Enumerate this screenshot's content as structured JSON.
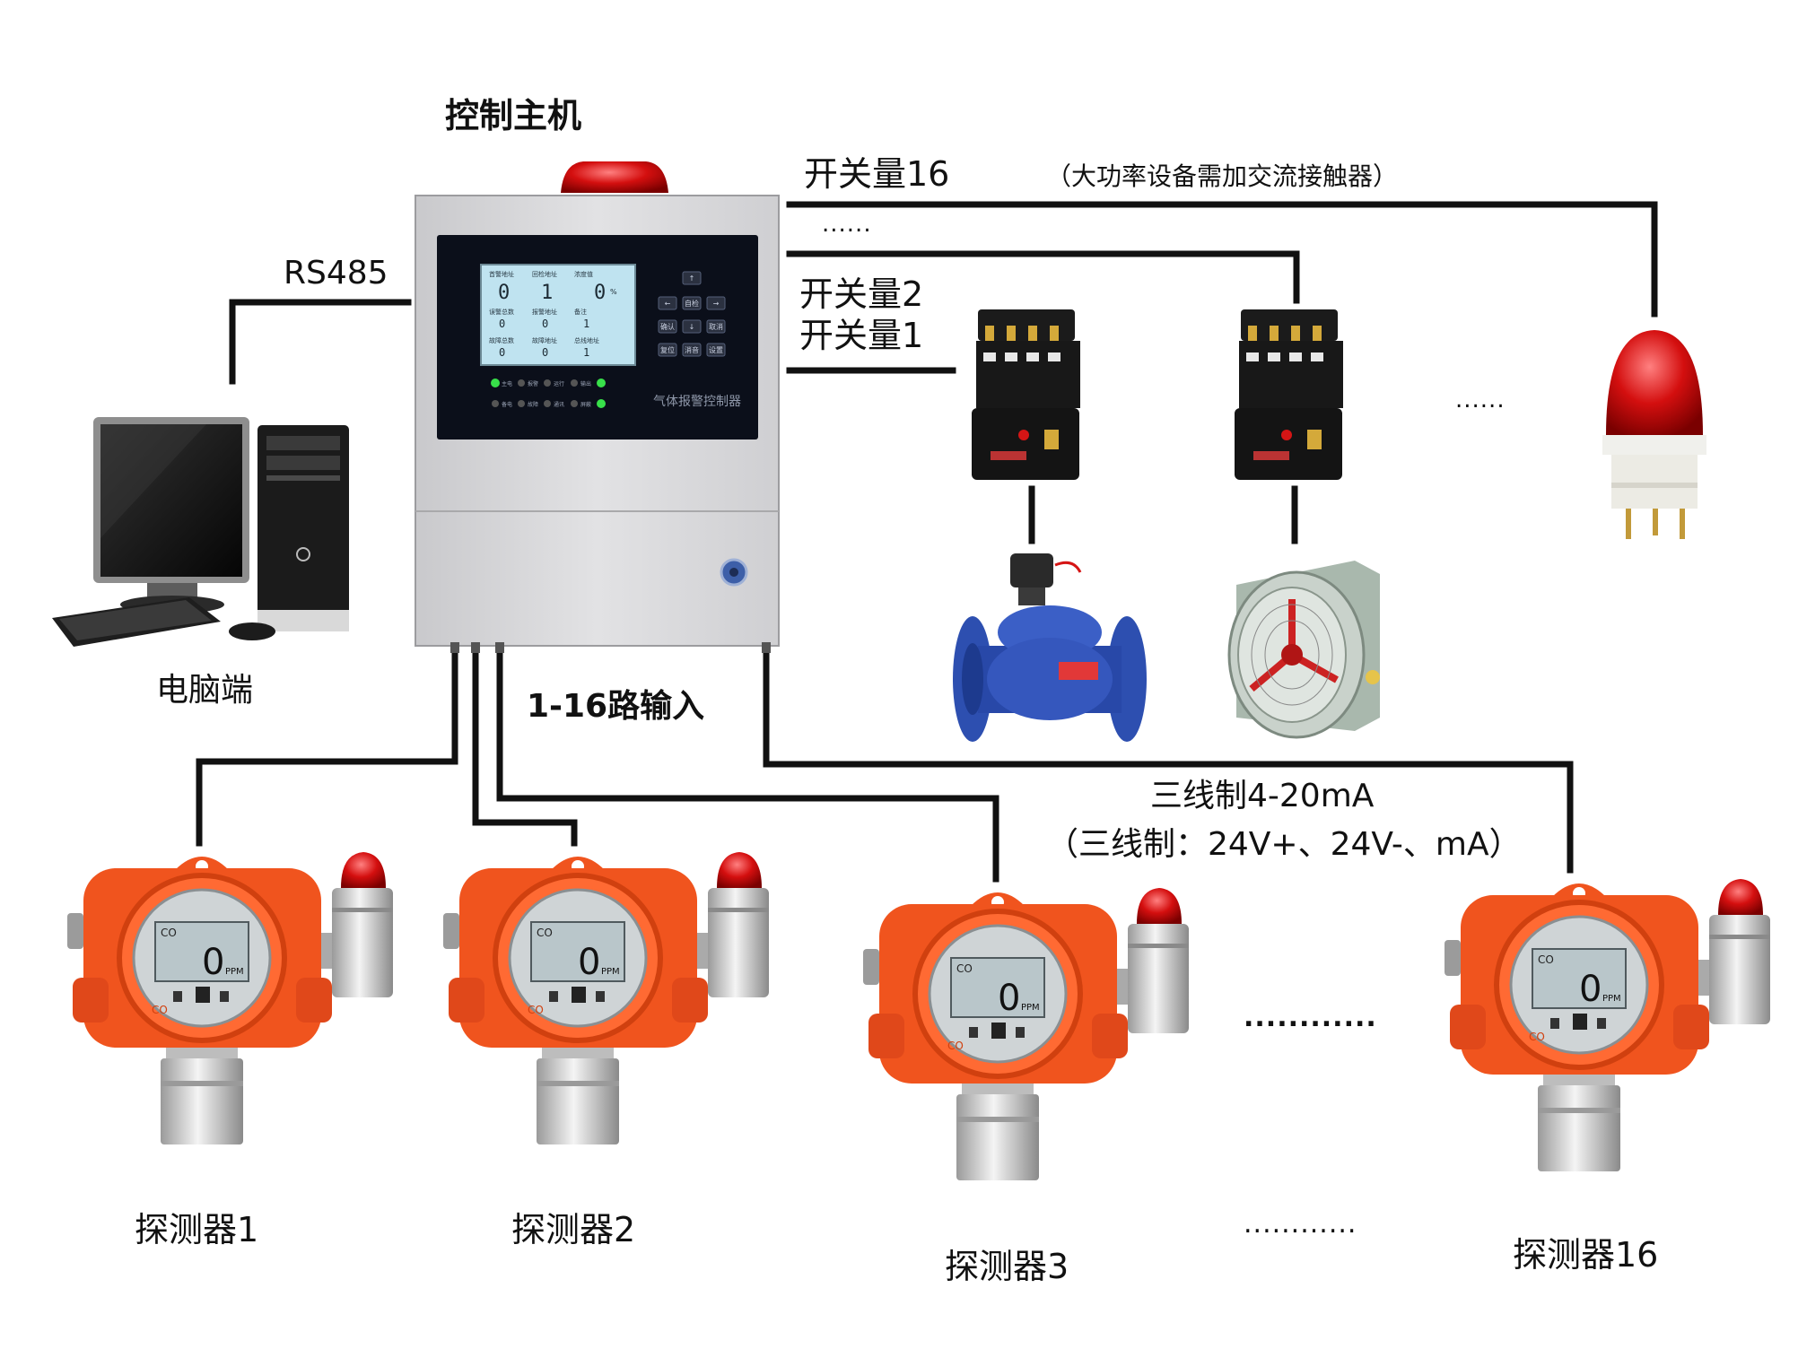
{
  "labels": {
    "host": "控制主机",
    "rs485": "RS485",
    "pc": "电脑端",
    "switch16": "开关量16",
    "contactor_note": "（大功率设备需加交流接触器）",
    "switch2": "开关量2",
    "switch1": "开关量1",
    "dots_relay": "......",
    "dots_right": "......",
    "input": "1-16路输入",
    "signal": "三线制4-20mA",
    "signal_note": "（三线制：24V+、24V-、mA）",
    "dots_mid_top": "............",
    "dots_mid_bottom": "............"
  },
  "detectors": [
    {
      "label": "探测器1",
      "gas": "CO",
      "value": "0",
      "unit": "PPM"
    },
    {
      "label": "探测器2",
      "gas": "CO",
      "value": "0",
      "unit": "PPM"
    },
    {
      "label": "探测器3",
      "gas": "CO",
      "value": "0",
      "unit": "PPM"
    },
    {
      "label": "探测器16",
      "gas": "CO",
      "value": "0",
      "unit": "PPM"
    }
  ],
  "controller": {
    "panel_title": "气体报警控制器",
    "lcd_headers": [
      "首警地址",
      "回检地址",
      "浓度值"
    ],
    "lcd_values": [
      "0",
      "1",
      "0"
    ],
    "lcd_unit": "%",
    "lcd_row2_headers": [
      "误警总数",
      "报警地址",
      "备注"
    ],
    "lcd_row2_values": [
      "0",
      "0",
      "1"
    ],
    "lcd_row3_headers": [
      "故障总数",
      "故障地址",
      "总线地址"
    ],
    "lcd_row3_values": [
      "0",
      "0",
      "1"
    ],
    "keys": [
      "↑",
      "←",
      "自检",
      "→",
      "确认",
      "↓",
      "取消",
      "复位",
      "消音",
      "设置"
    ],
    "leds": [
      "主电",
      "备电",
      "报警",
      "故障",
      "运行",
      "通讯",
      "输出",
      "屏蔽"
    ]
  },
  "colors": {
    "wire": "#111111",
    "detector_orange": "#f0541e",
    "beacon_red": "#d40f0f",
    "cabinet": "#d6d6d8",
    "lcd": "#bfe3f0",
    "valve_blue": "#2d4fb0"
  }
}
